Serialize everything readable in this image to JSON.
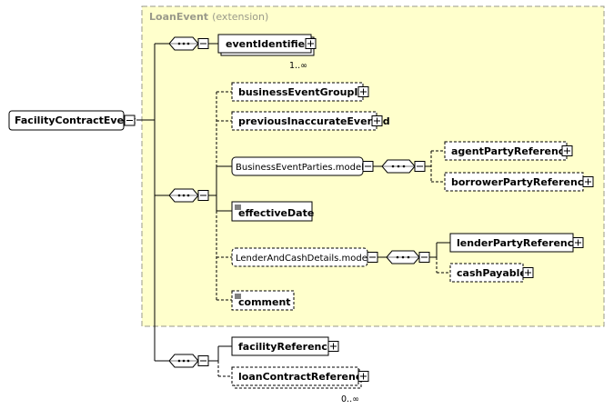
{
  "extension": {
    "name": "LoanEvent",
    "label": "(extension)"
  },
  "root": {
    "label": "FacilityContractEvent"
  },
  "elements": {
    "eventIdentifier": "eventIdentifier",
    "businessEventGroupId": "businessEventGroupId",
    "previousInaccurateEventId": "previousInaccurateEventId",
    "businessEventPartiesModel": "BusinessEventParties.model",
    "agentPartyReference": "agentPartyReference",
    "borrowerPartyReference": "borrowerPartyReference",
    "effectiveDate": "effectiveDate",
    "lenderAndCashDetailsModel": "LenderAndCashDetails.model",
    "lenderPartyReference": "lenderPartyReference",
    "cashPayable": "cashPayable",
    "comment": "comment",
    "facilityReference": "facilityReference",
    "loanContractReference": "loanContractReference"
  },
  "cardinality": {
    "eventIdentifier": "1..∞",
    "loanContractReference": "0..∞"
  },
  "colors": {
    "extension_fill": "#ffffcc",
    "extension_border": "#9a9a8a",
    "box_fill": "#ffffff",
    "line": "#000000"
  }
}
